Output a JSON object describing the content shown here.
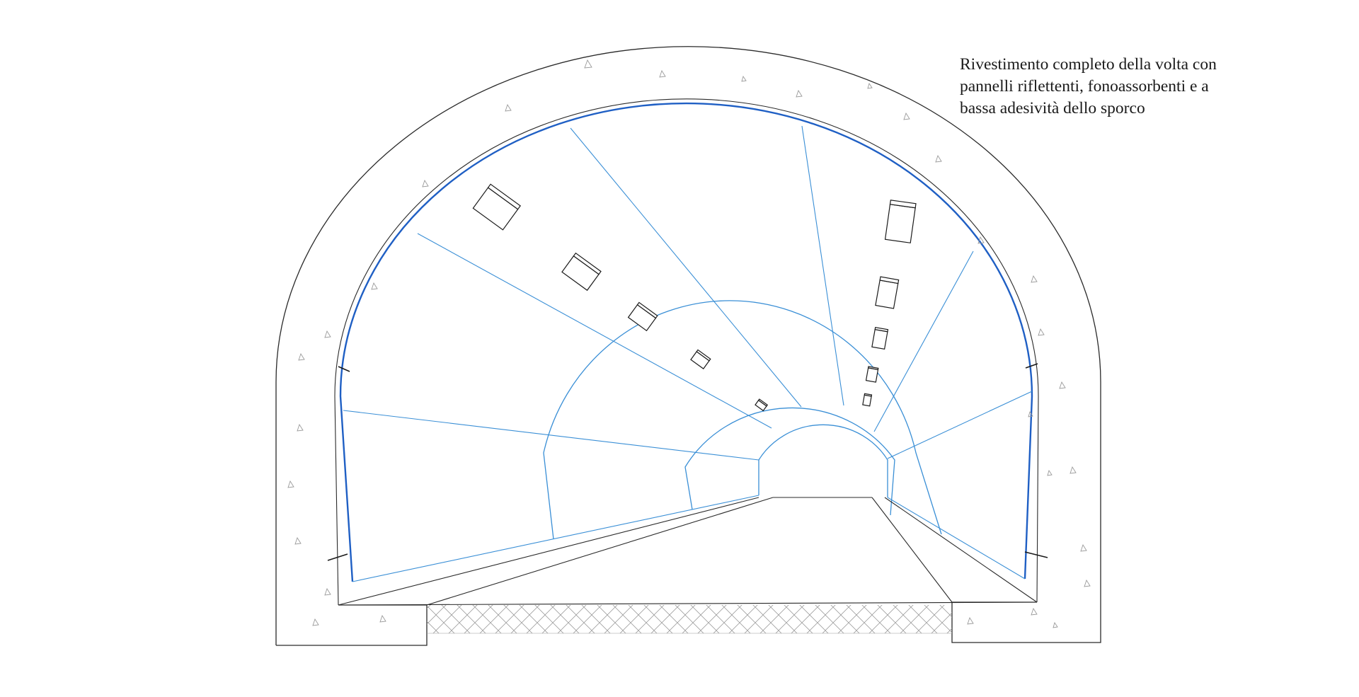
{
  "caption": {
    "lines": [
      "Rivestimento completo della volta con",
      "pannelli riflettenti, fonoassorbenti e a",
      "bassa adesività dello sporco"
    ]
  },
  "colors": {
    "ink": "#2a2a2a",
    "panel_line": "#3a8fd6",
    "lining_edge": "#1f5fc4",
    "concrete_mark": "#9a9a9a",
    "background": "#ffffff"
  }
}
